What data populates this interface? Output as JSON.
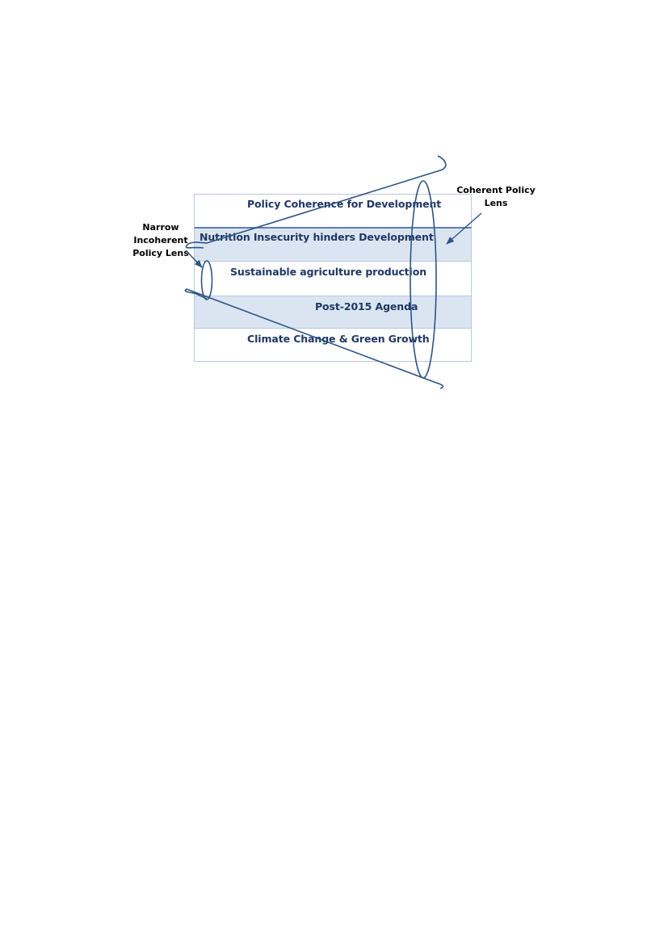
{
  "diagram": {
    "layers": [
      {
        "label": "Policy Coherence for  Development"
      },
      {
        "label": "Nutrition Insecurity hinders Development"
      },
      {
        "label": "Sustainable agriculture production"
      },
      {
        "label": "Post-2015 Agenda"
      },
      {
        "label": "Climate Change & Green Growth"
      }
    ],
    "narrow_lens": {
      "line1": "Narrow",
      "line2": "Incoherent",
      "line3": "Policy Lens"
    },
    "coherent_lens": {
      "line1": "Coherent Policy",
      "line2": "Lens"
    },
    "colors": {
      "band_fill": "#dbe5f1",
      "band_border": "#b7c9df",
      "accent_line": "#5a7fb2",
      "text": "#1f3864",
      "stroke": "#2e5488"
    }
  }
}
